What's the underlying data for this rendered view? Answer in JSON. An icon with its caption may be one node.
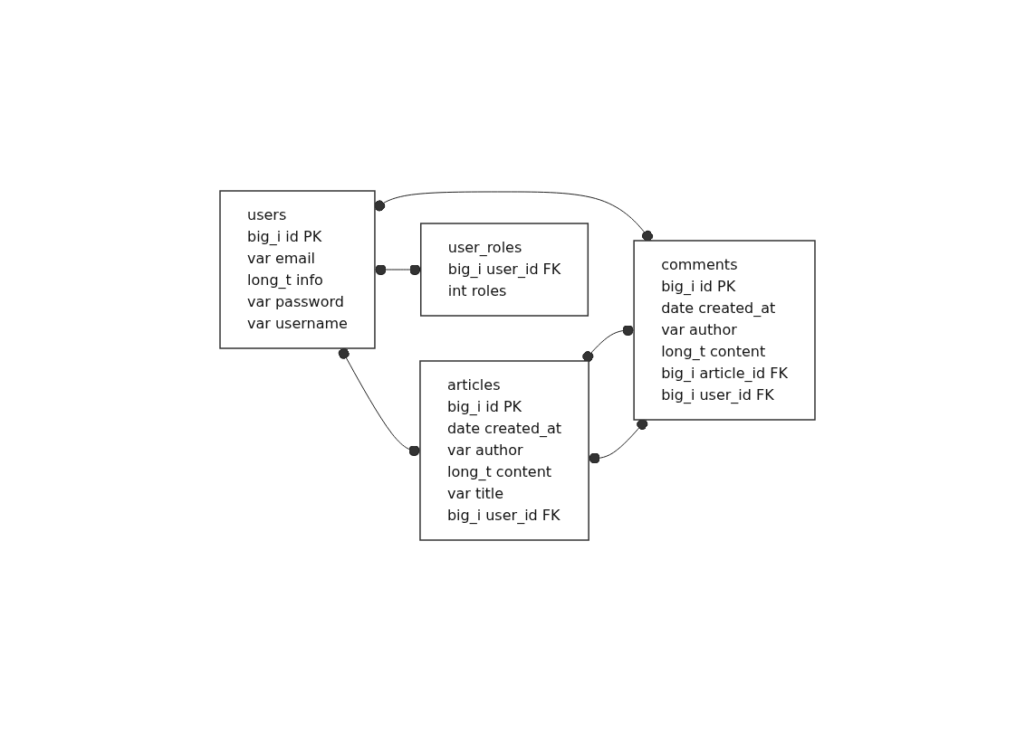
{
  "diagram": {
    "nodes": [
      {
        "text": [
          "users",
          "big_i id PK",
          "var email",
          "long_t info",
          "var password",
          "var username"
        ]
      },
      {
        "text": [
          "articles",
          "big_i id PK",
          "date created_at",
          "var author",
          "long_t content",
          "var title",
          "big_i user_id FK"
        ]
      },
      {
        "text": [
          "comments",
          "big_i id PK",
          "date created_at",
          "var author",
          "long_t content",
          "big_i article_id FK",
          "big_i user_id FK"
        ]
      },
      {
        "text": [
          "user_roles",
          "big_i user_id FK",
          "int roles"
        ]
      }
    ],
    "edges": [
      {
        "from": 0,
        "to": 1,
        "arrow": "other"
      },
      {
        "from": 0,
        "to": 3,
        "arrow": "other"
      },
      {
        "from": 0,
        "to": 2,
        "arrow": "other"
      },
      {
        "from": 1,
        "to": 2,
        "arrow": "other"
      },
      {
        "from": 1,
        "to": 2,
        "arrow": "other"
      }
    ]
  }
}
